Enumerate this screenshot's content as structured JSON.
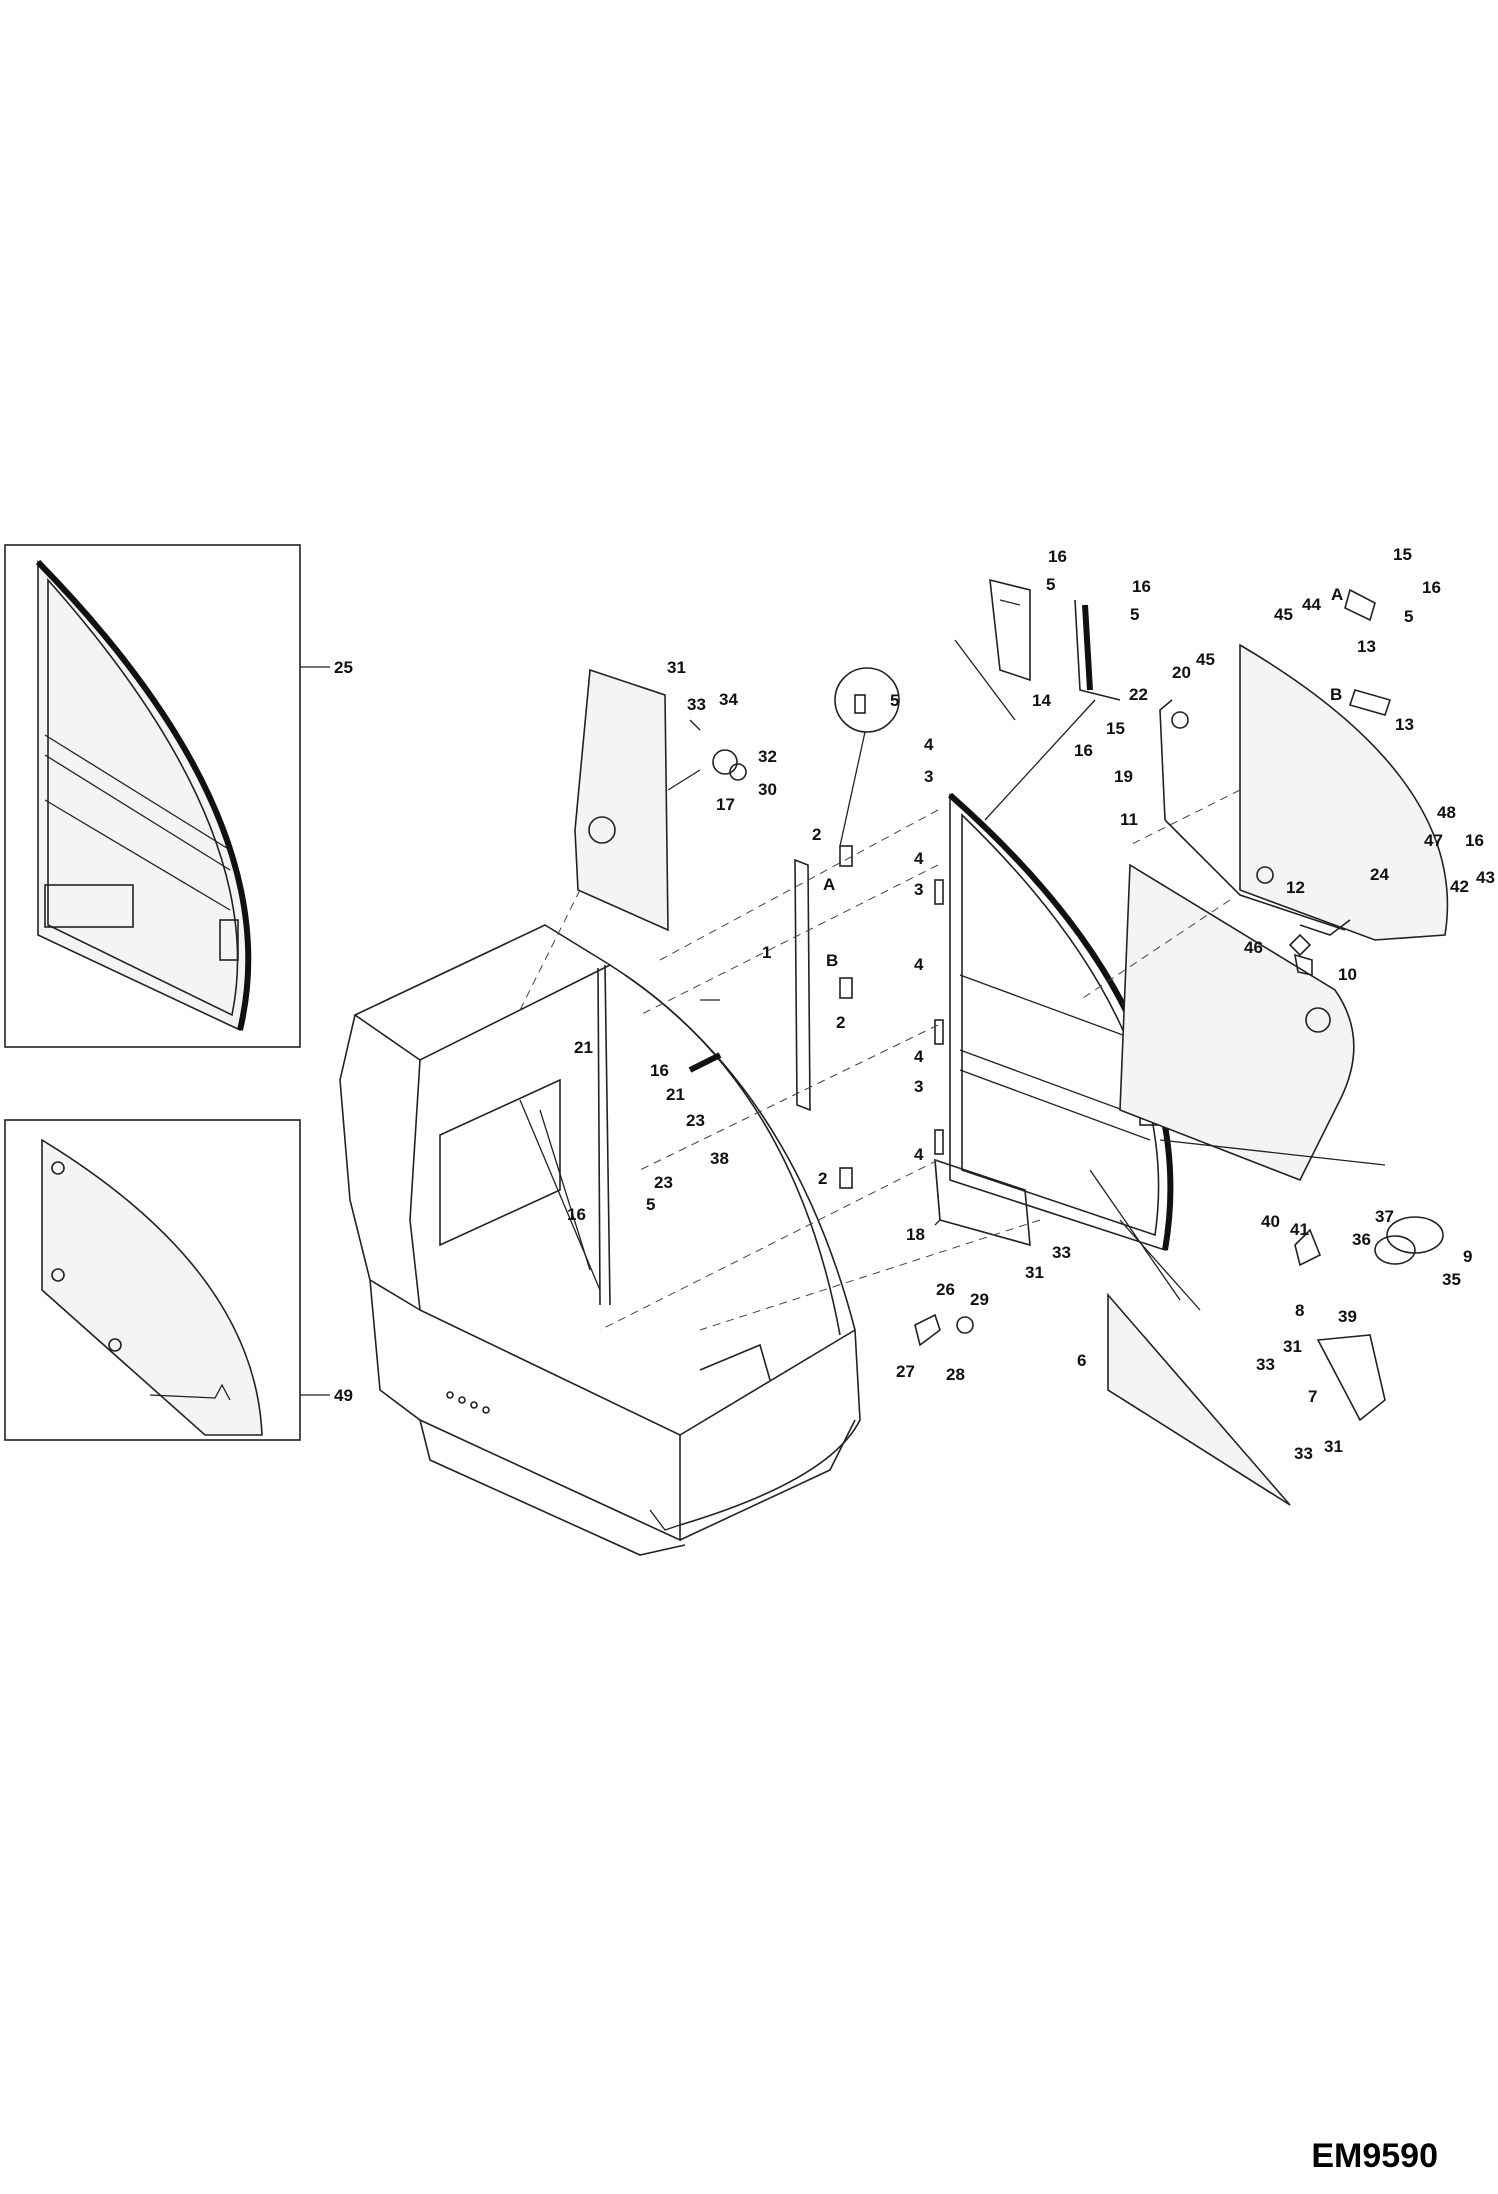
{
  "drawing_code": "EM9590",
  "callouts": {
    "detail_glass_frame": "25",
    "detail_glass_panel": "49"
  },
  "labels": [
    {
      "text": "31"
    },
    {
      "text": "33"
    },
    {
      "text": "34"
    },
    {
      "text": "32"
    },
    {
      "text": "30"
    },
    {
      "text": "17"
    },
    {
      "text": "5"
    },
    {
      "text": "2"
    },
    {
      "text": "A"
    },
    {
      "text": "1"
    },
    {
      "text": "B"
    },
    {
      "text": "2"
    },
    {
      "text": "2"
    },
    {
      "text": "4"
    },
    {
      "text": "3"
    },
    {
      "text": "4"
    },
    {
      "text": "3"
    },
    {
      "text": "4"
    },
    {
      "text": "4"
    },
    {
      "text": "3"
    },
    {
      "text": "4"
    },
    {
      "text": "16"
    },
    {
      "text": "5"
    },
    {
      "text": "16"
    },
    {
      "text": "5"
    },
    {
      "text": "14"
    },
    {
      "text": "45"
    },
    {
      "text": "44"
    },
    {
      "text": "A"
    },
    {
      "text": "15"
    },
    {
      "text": "16"
    },
    {
      "text": "5"
    },
    {
      "text": "13"
    },
    {
      "text": "B"
    },
    {
      "text": "13"
    },
    {
      "text": "22"
    },
    {
      "text": "20"
    },
    {
      "text": "45"
    },
    {
      "text": "15"
    },
    {
      "text": "16"
    },
    {
      "text": "19"
    },
    {
      "text": "11"
    },
    {
      "text": "12"
    },
    {
      "text": "24"
    },
    {
      "text": "48"
    },
    {
      "text": "47"
    },
    {
      "text": "16"
    },
    {
      "text": "42"
    },
    {
      "text": "43"
    },
    {
      "text": "46"
    },
    {
      "text": "10"
    },
    {
      "text": "21"
    },
    {
      "text": "16"
    },
    {
      "text": "21"
    },
    {
      "text": "23"
    },
    {
      "text": "38"
    },
    {
      "text": "23"
    },
    {
      "text": "5"
    },
    {
      "text": "16"
    },
    {
      "text": "18"
    },
    {
      "text": "31"
    },
    {
      "text": "33"
    },
    {
      "text": "26"
    },
    {
      "text": "29"
    },
    {
      "text": "27"
    },
    {
      "text": "28"
    },
    {
      "text": "6"
    },
    {
      "text": "40"
    },
    {
      "text": "41"
    },
    {
      "text": "37"
    },
    {
      "text": "36"
    },
    {
      "text": "9"
    },
    {
      "text": "35"
    },
    {
      "text": "8"
    },
    {
      "text": "39"
    },
    {
      "text": "33"
    },
    {
      "text": "31"
    },
    {
      "text": "7"
    },
    {
      "text": "33"
    },
    {
      "text": "31"
    }
  ]
}
